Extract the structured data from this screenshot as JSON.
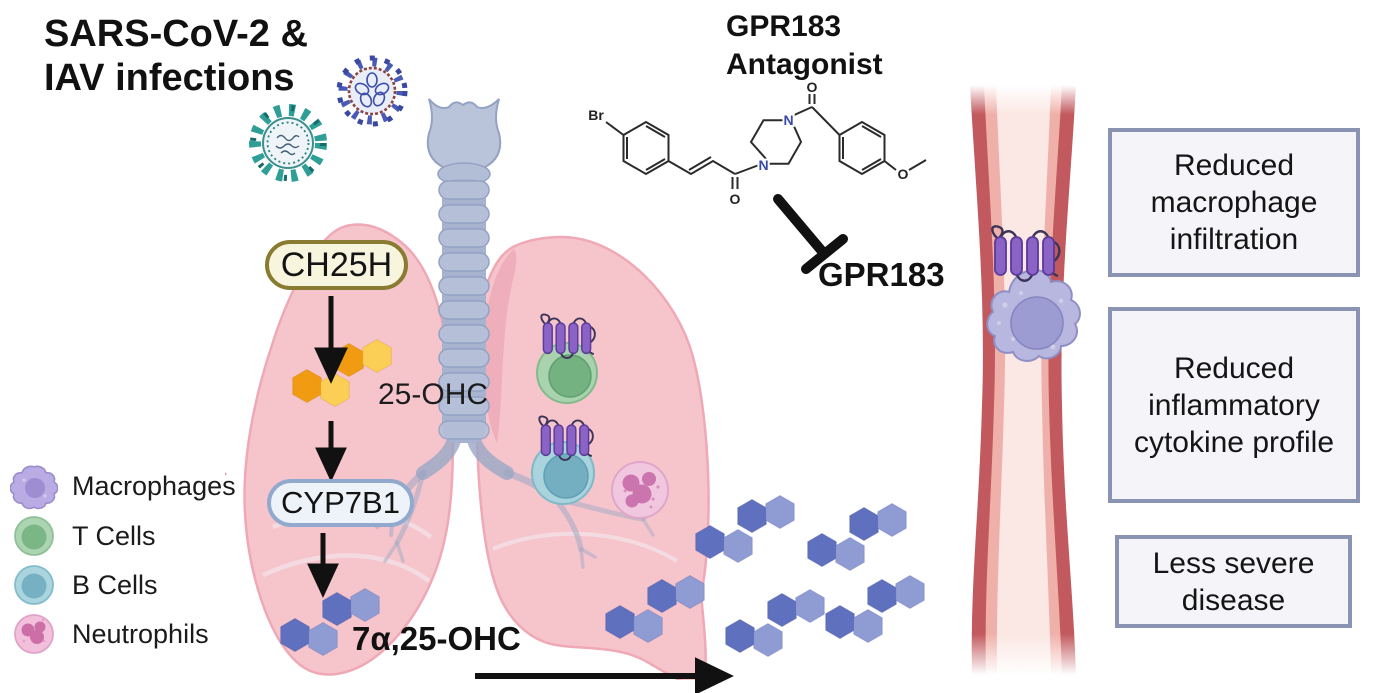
{
  "figure": {
    "title_line1": "SARS-CoV-2 &",
    "title_line2": "IAV infections"
  },
  "pathway": {
    "enzyme1": "CH25H",
    "metabolite1": "25-OHC",
    "enzyme2": "CYP7B1",
    "metabolite2": "7α,25-OHC"
  },
  "antagonist": {
    "title_line1": "GPR183",
    "title_line2": "Antagonist",
    "receptor_label": "GPR183",
    "atoms": {
      "br": "Br",
      "n1": "N",
      "n2": "N",
      "o_left": "O",
      "o_top": "O",
      "o_right": "O"
    }
  },
  "legend": {
    "items": [
      {
        "label": "Macrophages",
        "color": "#b7a9e2"
      },
      {
        "label": "T Cells",
        "color": "#a9d2ae"
      },
      {
        "label": "B Cells",
        "color": "#a9d3dd"
      },
      {
        "label": "Neutrophils",
        "color": "#f1c0da"
      }
    ]
  },
  "outcomes": [
    {
      "text": "Reduced macrophage infiltration"
    },
    {
      "text": "Reduced inflammatory cytokine profile"
    },
    {
      "text": "Less severe disease"
    }
  ],
  "colors": {
    "metabolite_hex_dark": "#5f70be",
    "metabolite_hex_light": "#8f9cd4",
    "ohc25_hex_dark": "#f09b12",
    "ohc25_hex_light": "#fbcf55",
    "enzyme1_border": "#8a7b33",
    "enzyme2_border": "#92a9ce",
    "outcome_border": "#8a93b2",
    "vessel_wall": "#c2595e",
    "lung_pink": "#f6c5cc",
    "receptor_purple": "#8b62c6"
  }
}
